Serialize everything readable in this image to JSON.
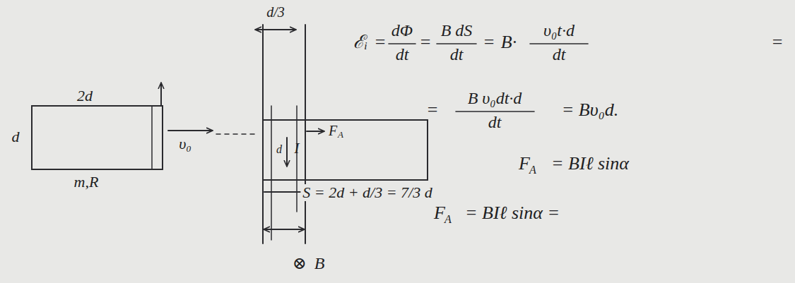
{
  "diagram": {
    "labels": [
      "d/3",
      "2d",
      "d",
      "m,R",
      "υ₀",
      "F",
      "A",
      "I",
      "d",
      "S = 2d + d/3 = 7/3 d",
      "⊗",
      "B",
      "ℰᵢ",
      "=",
      "dΦ",
      "dt",
      "=",
      "B dS",
      "dt",
      "=",
      "B·",
      "υ₀t·d",
      "dt",
      "=",
      "=",
      "B υ₀dt·d",
      "dt",
      "= Bυ₀d.",
      "F",
      "A",
      "= BIℓ sinα",
      "F",
      "A",
      "= BIℓ sinα ="
    ]
  }
}
